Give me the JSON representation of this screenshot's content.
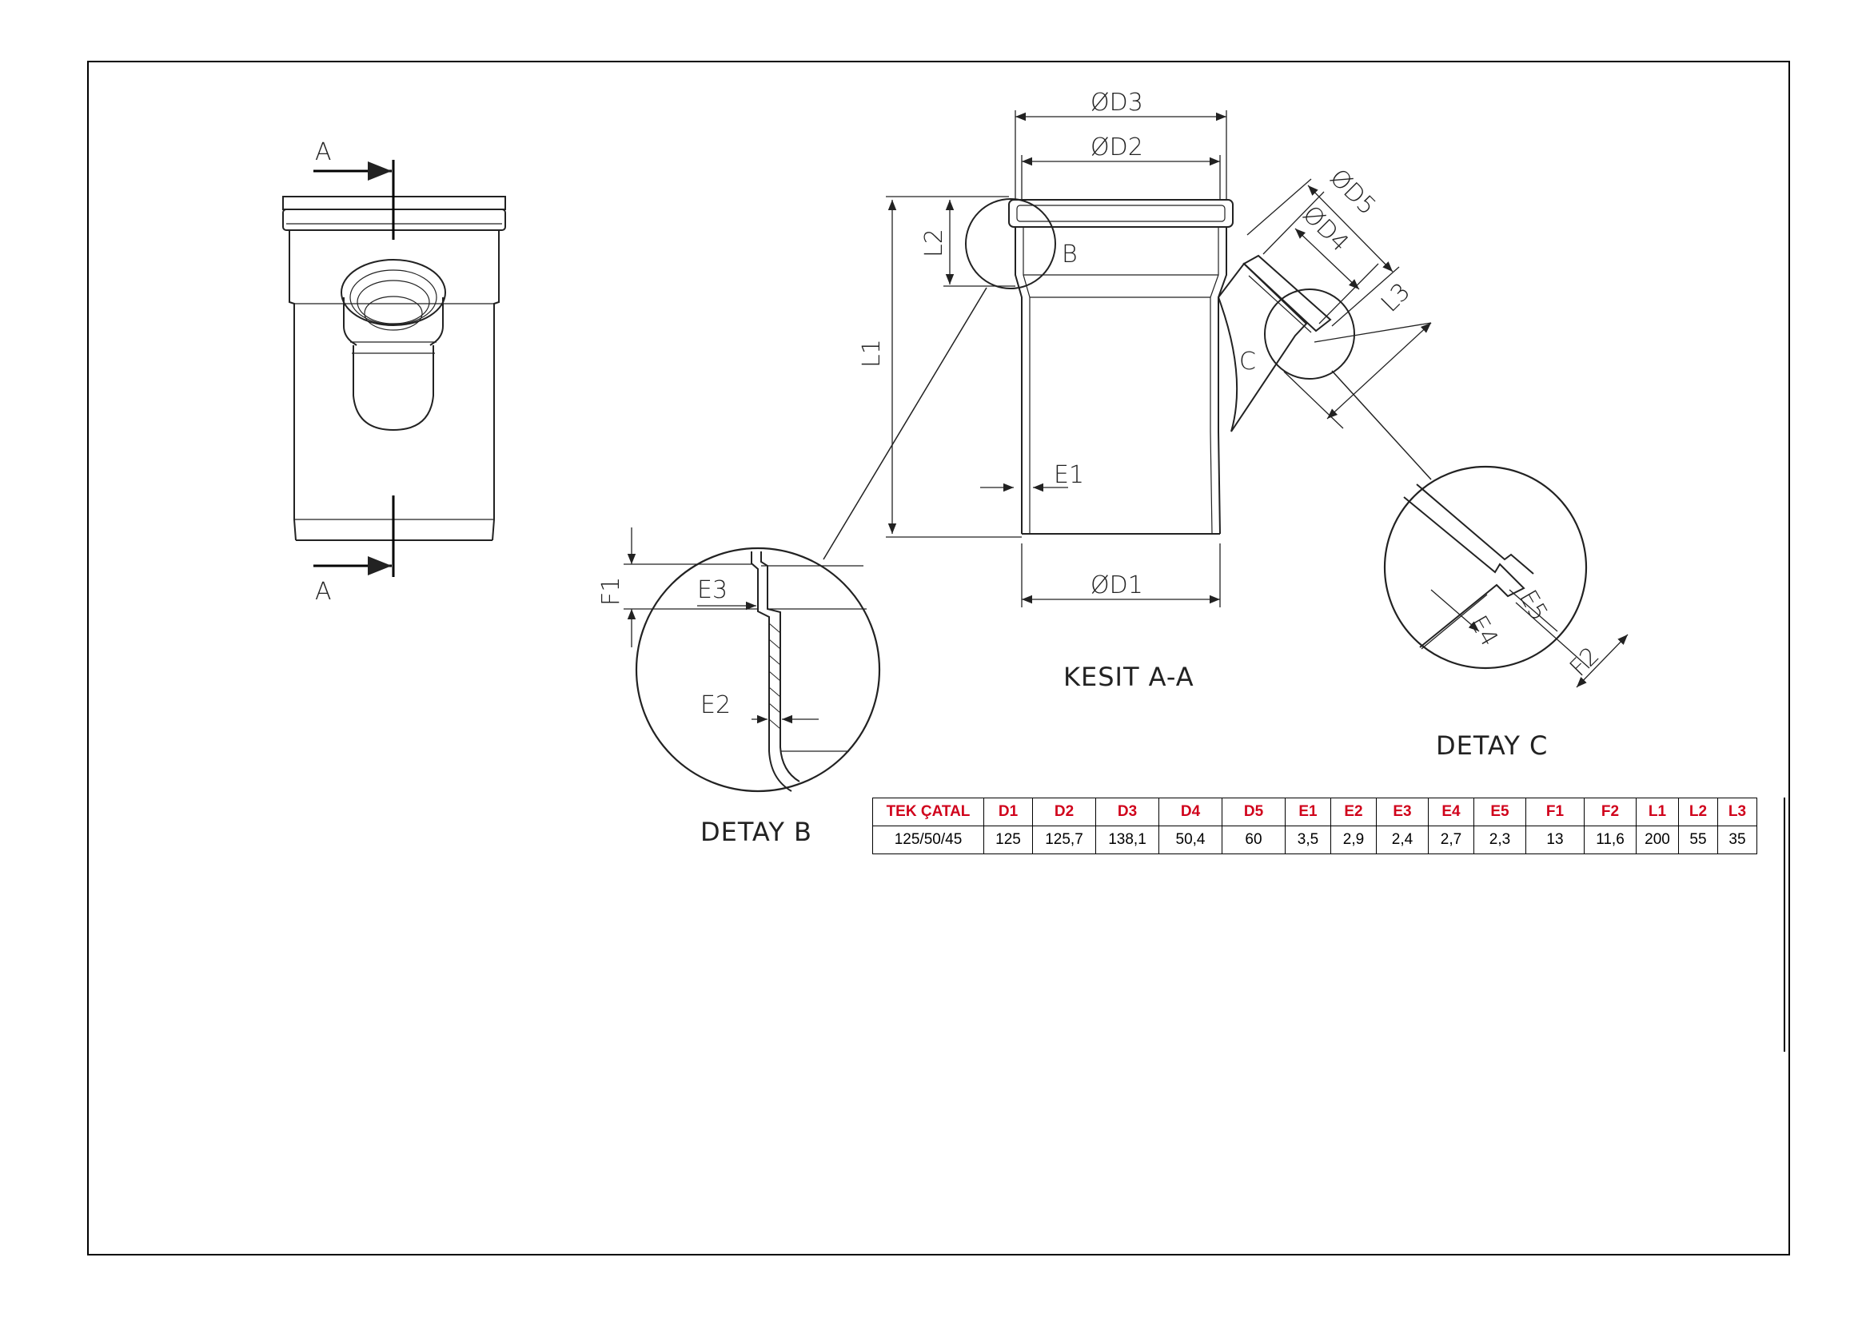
{
  "section_marks": {
    "top": "A",
    "bottom": "A"
  },
  "section_title": "KESIT A-A",
  "detail_b_title": "DETAY B",
  "detail_c_title": "DETAY C",
  "callouts": {
    "b": "B",
    "c": "C"
  },
  "dimensions": {
    "d1": "ØD1",
    "d2": "ØD2",
    "d3": "ØD3",
    "d4": "ØD4",
    "d5": "ØD5",
    "l1": "L1",
    "l2": "L2",
    "l3": "L3",
    "e1": "E1",
    "e2": "E2",
    "e3": "E3",
    "f1": "F1",
    "e4": "E4",
    "e5": "E5",
    "f2": "F2"
  },
  "table": {
    "headers": [
      "TEK ÇATAL",
      "D1",
      "D2",
      "D3",
      "D4",
      "D5",
      "E1",
      "E2",
      "E3",
      "E4",
      "E5",
      "F1",
      "F2",
      "L1",
      "L2",
      "L3"
    ],
    "rows": [
      [
        "125/50/45",
        "125",
        "125,7",
        "138,1",
        "50,4",
        "60",
        "3,5",
        "2,9",
        "2,4",
        "2,7",
        "2,3",
        "13",
        "11,6",
        "200",
        "55",
        "35"
      ]
    ]
  },
  "colors": {
    "header_text": "#d0021b",
    "line": "#222222"
  }
}
